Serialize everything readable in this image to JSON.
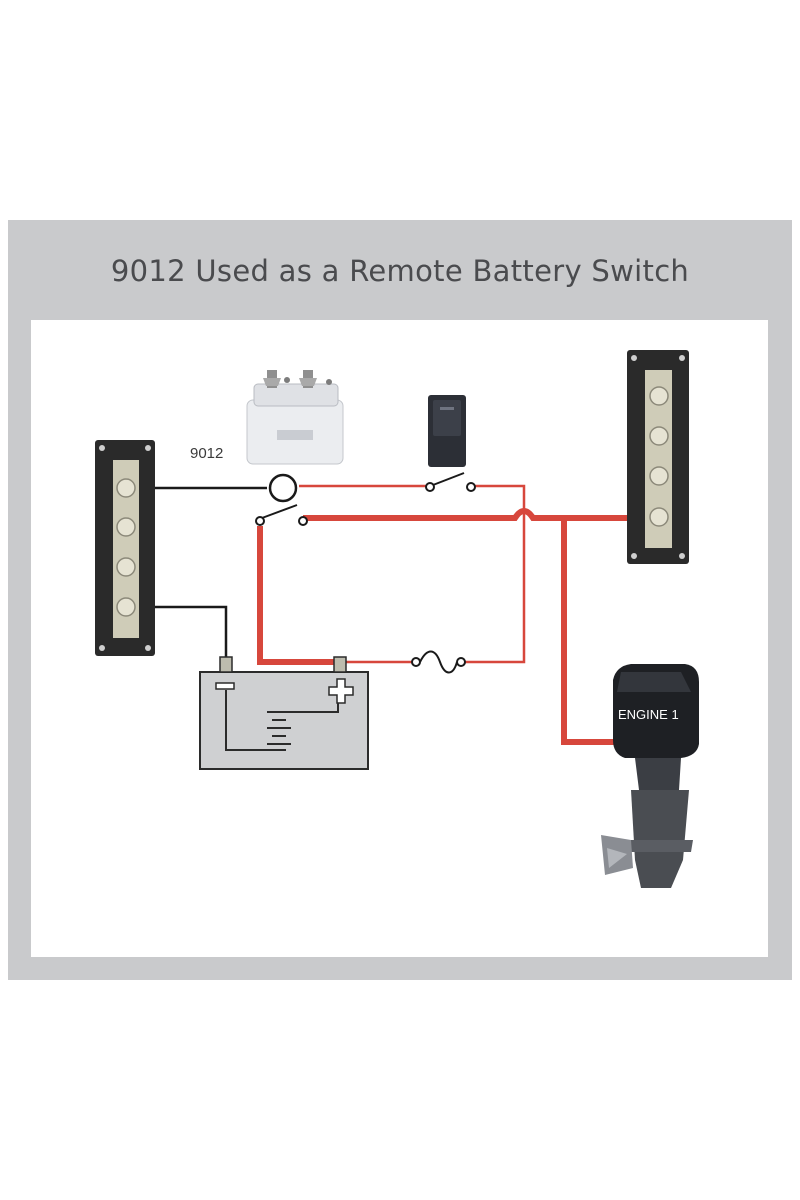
{
  "title": "9012 Used as a Remote Battery Switch",
  "labels": {
    "relay_model": "9012",
    "engine": "ENGINE 1"
  },
  "colors": {
    "frame": "#c9cacc",
    "positive_wire": "#d7473c",
    "negative_wire": "#1a1a1a",
    "bus_bar_body": "#2a2a2a",
    "terminal": "#d8d6c4"
  },
  "components": [
    "relay-9012",
    "rocker-switch",
    "negative-bus-bar",
    "positive-bus-bar",
    "battery",
    "fuse",
    "outboard-engine"
  ]
}
